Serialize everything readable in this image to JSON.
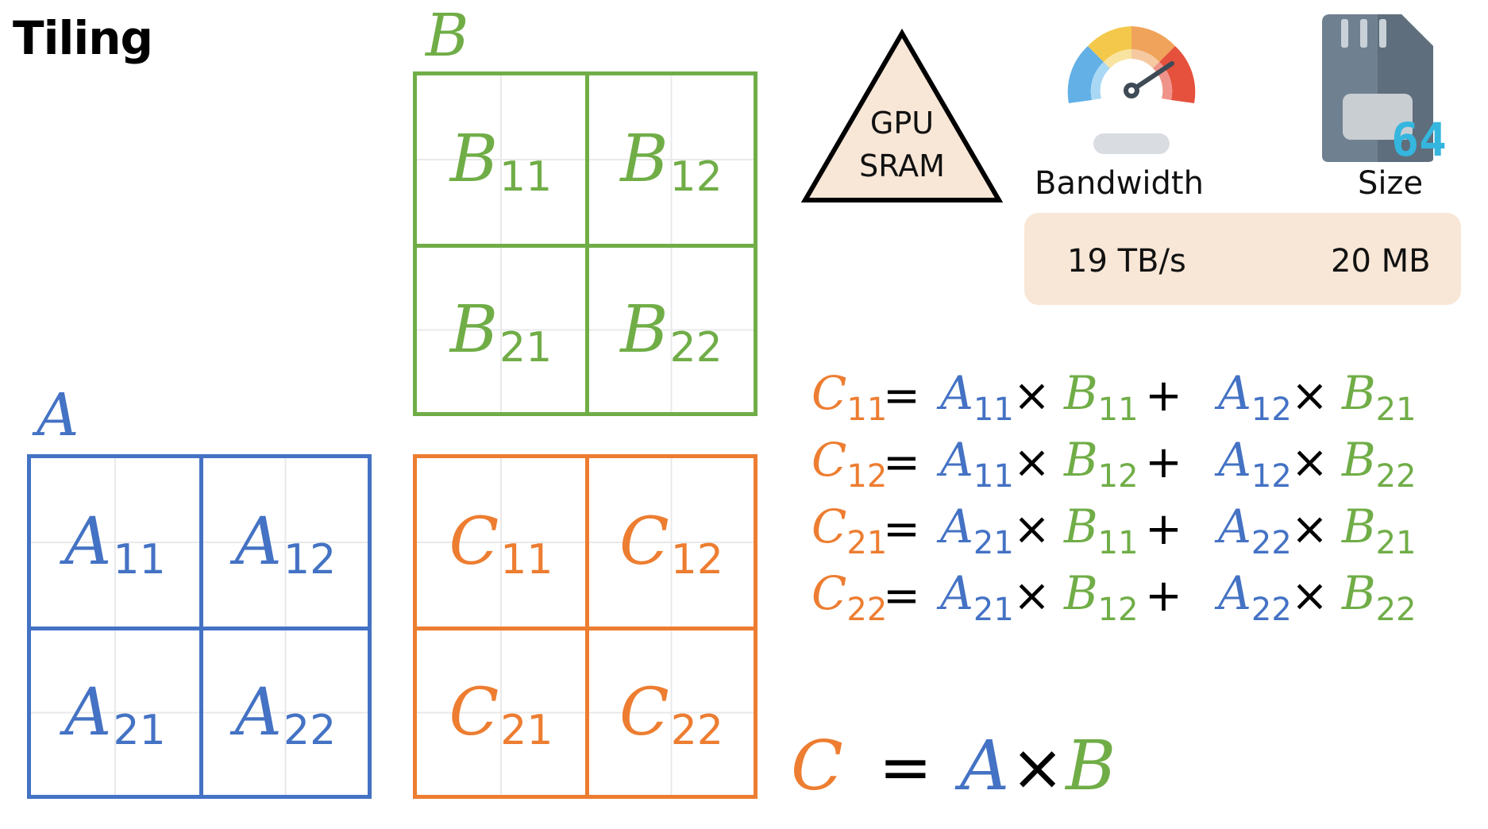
{
  "title": "Tiling",
  "matrices": {
    "A": {
      "label": "A",
      "cells": [
        [
          "A",
          "11"
        ],
        [
          "A",
          "12"
        ],
        [
          "A",
          "21"
        ],
        [
          "A",
          "22"
        ]
      ],
      "color": "#4472C4"
    },
    "B": {
      "label": "B",
      "cells": [
        [
          "B",
          "11"
        ],
        [
          "B",
          "12"
        ],
        [
          "B",
          "21"
        ],
        [
          "B",
          "22"
        ]
      ],
      "color": "#70AD47"
    },
    "C": {
      "cells": [
        [
          "C",
          "11"
        ],
        [
          "C",
          "12"
        ],
        [
          "C",
          "21"
        ],
        [
          "C",
          "22"
        ]
      ],
      "color": "#ED7D31"
    }
  },
  "sram": {
    "line1": "GPU",
    "line2": "SRAM",
    "fill": "#F8E6D6"
  },
  "bandwidth": {
    "label": "Bandwidth",
    "value": "19 TB/s",
    "icon": "speedometer-icon"
  },
  "size": {
    "label": "Size",
    "value": "20 MB",
    "icon": "memory-card-icon",
    "card_text": "64"
  },
  "equations": [
    {
      "lhs": [
        "C",
        "11"
      ],
      "t1a": [
        "A",
        "11"
      ],
      "t1b": [
        "B",
        "11"
      ],
      "t2a": [
        "A",
        "12"
      ],
      "t2b": [
        "B",
        "21"
      ]
    },
    {
      "lhs": [
        "C",
        "12"
      ],
      "t1a": [
        "A",
        "11"
      ],
      "t1b": [
        "B",
        "12"
      ],
      "t2a": [
        "A",
        "12"
      ],
      "t2b": [
        "B",
        "22"
      ]
    },
    {
      "lhs": [
        "C",
        "21"
      ],
      "t1a": [
        "A",
        "21"
      ],
      "t1b": [
        "B",
        "11"
      ],
      "t2a": [
        "A",
        "22"
      ],
      "t2b": [
        "B",
        "21"
      ]
    },
    {
      "lhs": [
        "C",
        "22"
      ],
      "t1a": [
        "A",
        "21"
      ],
      "t1b": [
        "B",
        "12"
      ],
      "t2a": [
        "A",
        "22"
      ],
      "t2b": [
        "B",
        "22"
      ]
    }
  ],
  "operators": {
    "eq": "=",
    "times": "×",
    "plus": "+"
  },
  "summary": {
    "c": "C",
    "eq": "=",
    "a": "A",
    "times": "×",
    "b": "B"
  }
}
